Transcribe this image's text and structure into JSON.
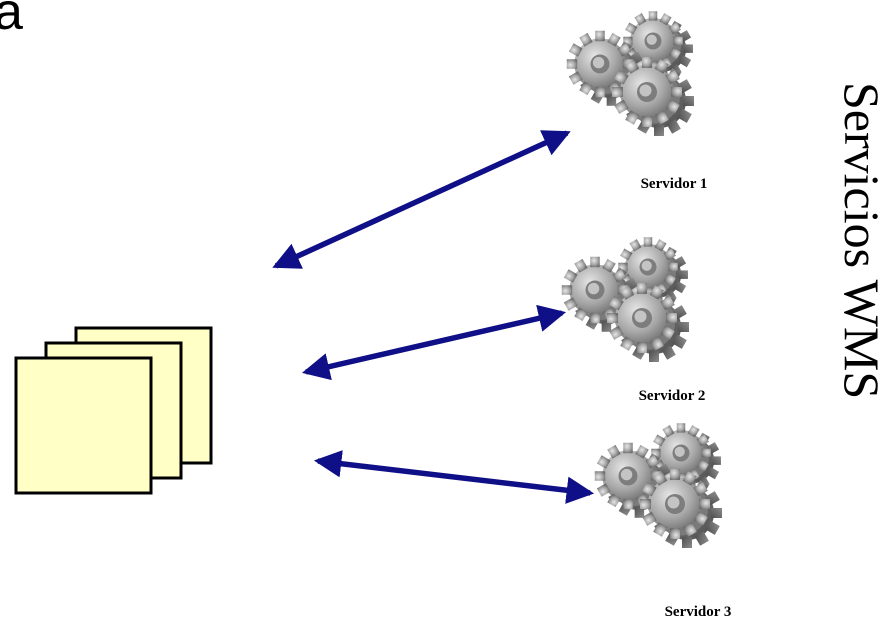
{
  "corner_fragment": "a",
  "side_title": "Servicios WMS",
  "servers": [
    {
      "label": "Servidor 1"
    },
    {
      "label": "Servidor 2"
    },
    {
      "label": "Servidor 3"
    }
  ],
  "colors": {
    "arrow": "#0f0f87",
    "document_fill": "#ffffc6",
    "document_stroke": "#000000",
    "gear_light": "#d6d6d6",
    "gear_mid": "#9c9c9c",
    "gear_dark": "#5e5e5e"
  },
  "icons": {
    "client": "document-stack-icon",
    "server": "gears-icon"
  }
}
